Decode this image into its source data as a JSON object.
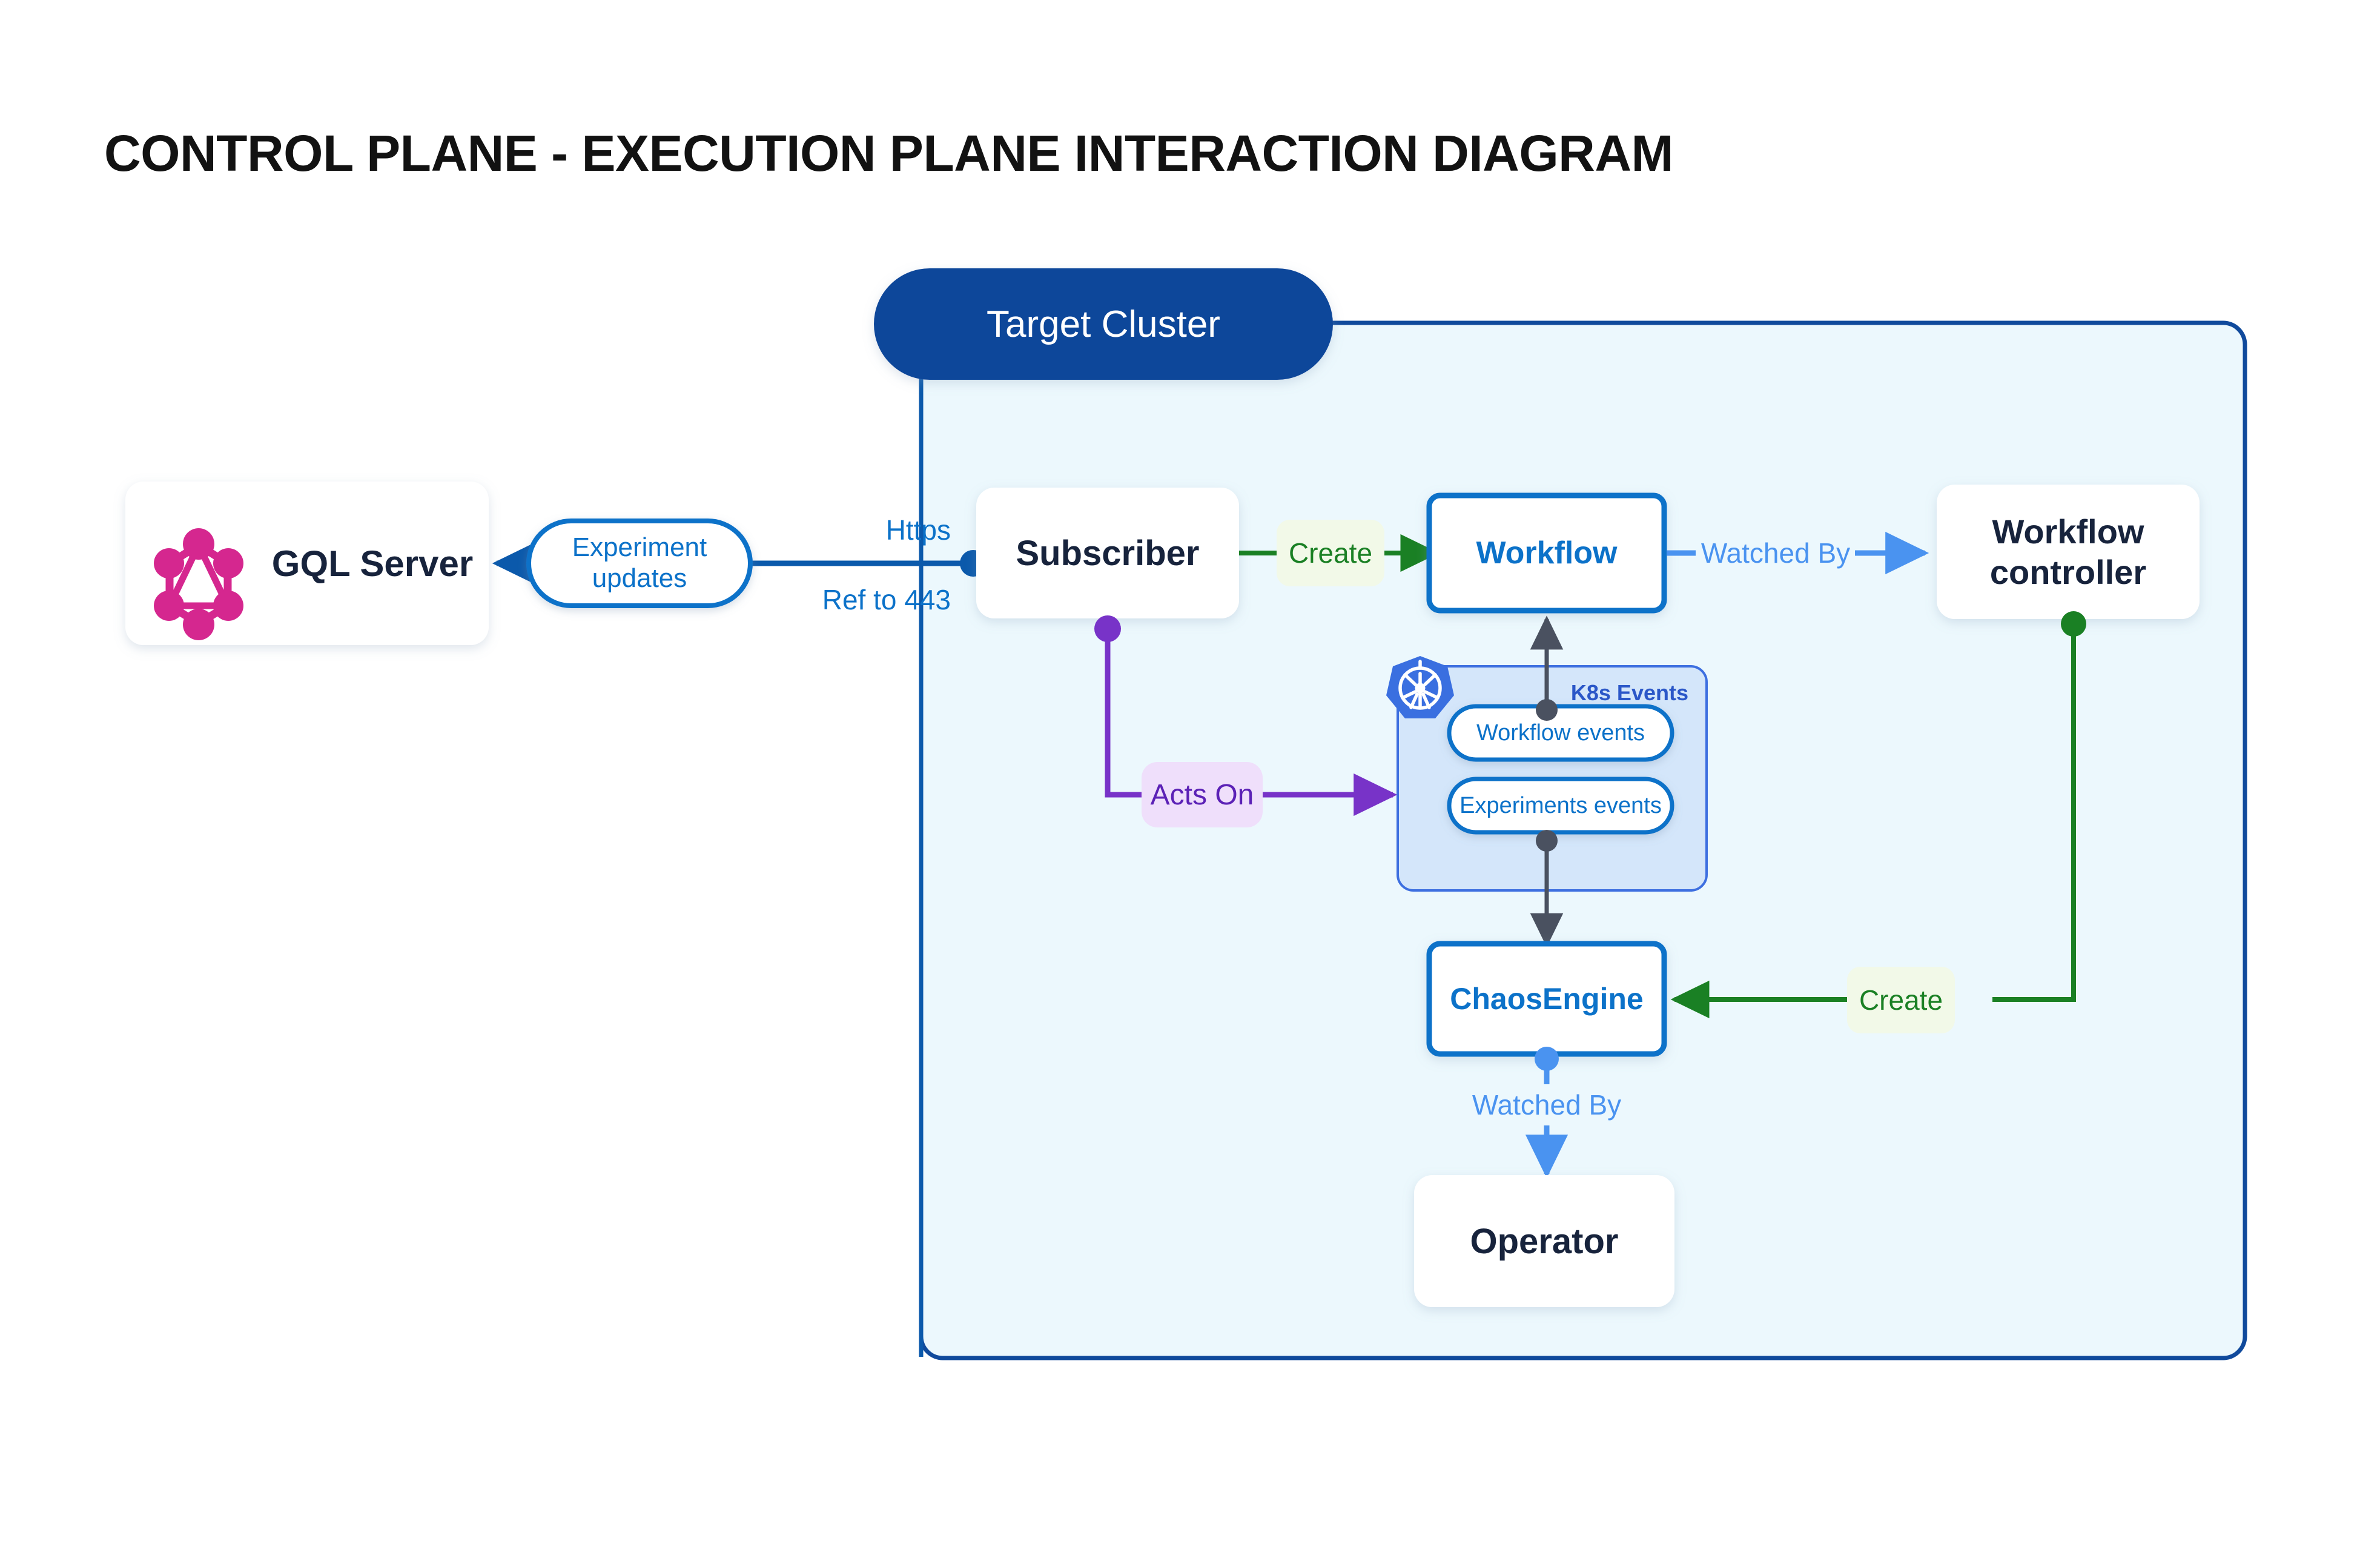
{
  "title": "CONTROL PLANE - EXECUTION PLANE INTERACTION DIAGRAM",
  "colors": {
    "title": "#121212",
    "node_text_dark": "#17233c",
    "node_text_blue": "#0c72c9",
    "cluster_header_bg": "#10479a",
    "cluster_header_text": "#ffffff",
    "cluster_panel_bg": "#ecf8fd",
    "cluster_panel_border": "#104a9c",
    "k8s_group_bg": "#d4e6fa",
    "k8s_group_border": "#3d6fe0",
    "k8s_logo_blue": "#3a6fe0",
    "graphql_pink": "#d5278f",
    "edge_blue_dark": "#0b59ab",
    "edge_blue": "#0c72c9",
    "edge_blue_light": "#4a93f0",
    "edge_green": "#1a8024",
    "edge_purple": "#7833c8",
    "edge_gray": "#4a5160",
    "label_create_bg": "#f2f9e8",
    "label_acts_on_bg": "#efdffb",
    "card_bg": "#ffffff"
  },
  "cluster": {
    "header_label": "Target Cluster"
  },
  "nodes": {
    "gql_server": {
      "label": "GQL Server",
      "icon": "graphql-icon"
    },
    "subscriber": {
      "label": "Subscriber"
    },
    "workflow": {
      "label": "Workflow"
    },
    "workflow_controller": {
      "label": "Workflow controller"
    },
    "chaos_engine": {
      "label": "ChaosEngine"
    },
    "operator": {
      "label": "Operator"
    }
  },
  "k8s_group": {
    "title": "K8s Events",
    "icon": "kubernetes-icon",
    "items": [
      {
        "label": "Workflow events"
      },
      {
        "label": "Experiments events"
      }
    ]
  },
  "edges": {
    "experiment_updates": "Experiment updates",
    "https": "Https",
    "ref_to_443": "Ref to 443",
    "create_workflow": "Create",
    "watched_by_controller": "Watched By",
    "acts_on": "Acts On",
    "create_chaosengine": "Create",
    "watched_by_operator": "Watched By"
  }
}
